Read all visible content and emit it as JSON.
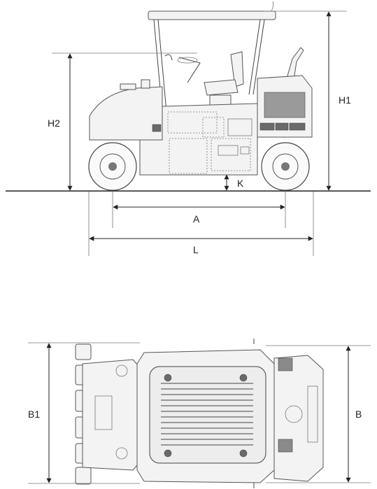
{
  "dimensions": {
    "side_view": {
      "H1": "H1",
      "H2": "H2",
      "K": "K",
      "A": "A",
      "L": "L"
    },
    "top_view": {
      "B1": "B1",
      "B": "B"
    }
  }
}
